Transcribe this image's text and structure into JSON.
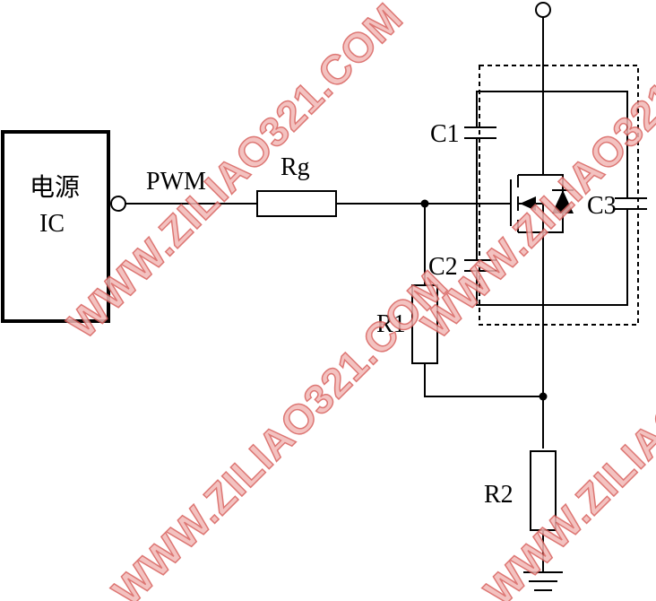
{
  "labels": {
    "power_ic_line1": "电源",
    "power_ic_line2": "IC",
    "pwm": "PWM",
    "rg": "Rg",
    "r1": "R1",
    "r2": "R2",
    "c1": "C1",
    "c2": "C2",
    "c3": "C3"
  },
  "watermark": {
    "text": "WWW.ZILIAO321.COM",
    "color": "#d8605c"
  }
}
